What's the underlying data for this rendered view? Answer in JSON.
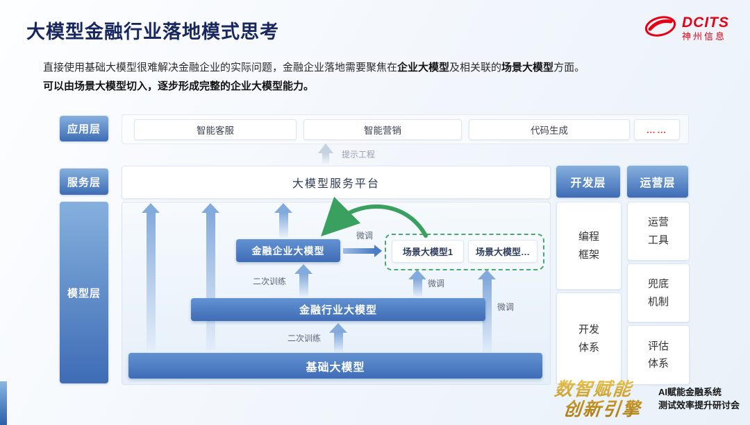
{
  "slide": {
    "title": "大模型金融行业落地模式思考",
    "logo": {
      "brand": "DCITS",
      "company": "神州信息"
    },
    "intro": {
      "line1_pre": "直接使用基础大模型很难解决金融企业的实际问题，金融企业落地需要聚焦在",
      "line1_bold1": "企业大模型",
      "line1_mid": "及相关联的",
      "line1_bold2": "场景大模型",
      "line1_post": "方面。",
      "line2": "可以由场景大模型切入，逐步形成完整的企业大模型能力。"
    }
  },
  "diagram": {
    "layers": {
      "application": {
        "label": "应用层",
        "items": [
          "智能客服",
          "智能营销",
          "代码生成",
          "……"
        ]
      },
      "service": {
        "label": "服务层",
        "platform": "大模型服务平台"
      },
      "model": {
        "label": "模型层",
        "enterprise_model": "金融企业大模型",
        "scenario_models": [
          "场景大模型1",
          "场景大模型…"
        ],
        "industry_model": "金融行业大模型",
        "base_model": "基础大模型",
        "secondary_training": "二次训练",
        "fine_tuning": "微调"
      },
      "development": {
        "label": "开发层",
        "items": [
          "编程框架",
          "开发体系"
        ]
      },
      "operations": {
        "label": "运营层",
        "items": [
          "运营工具",
          "兜底机制",
          "评估体系"
        ]
      }
    },
    "annotations": {
      "prompt_engineering": "提示工程"
    }
  },
  "footer": {
    "slogan_line1": "数智赋能",
    "slogan_line2": "创新引擎",
    "event_line1": "AI赋能金融系统",
    "event_line2": "测试效率提升研讨会"
  },
  "colors": {
    "accent_blue": "#3f6cb5",
    "brand_red": "#e60012",
    "green": "#3aa05f",
    "gold": "#c9940f"
  }
}
